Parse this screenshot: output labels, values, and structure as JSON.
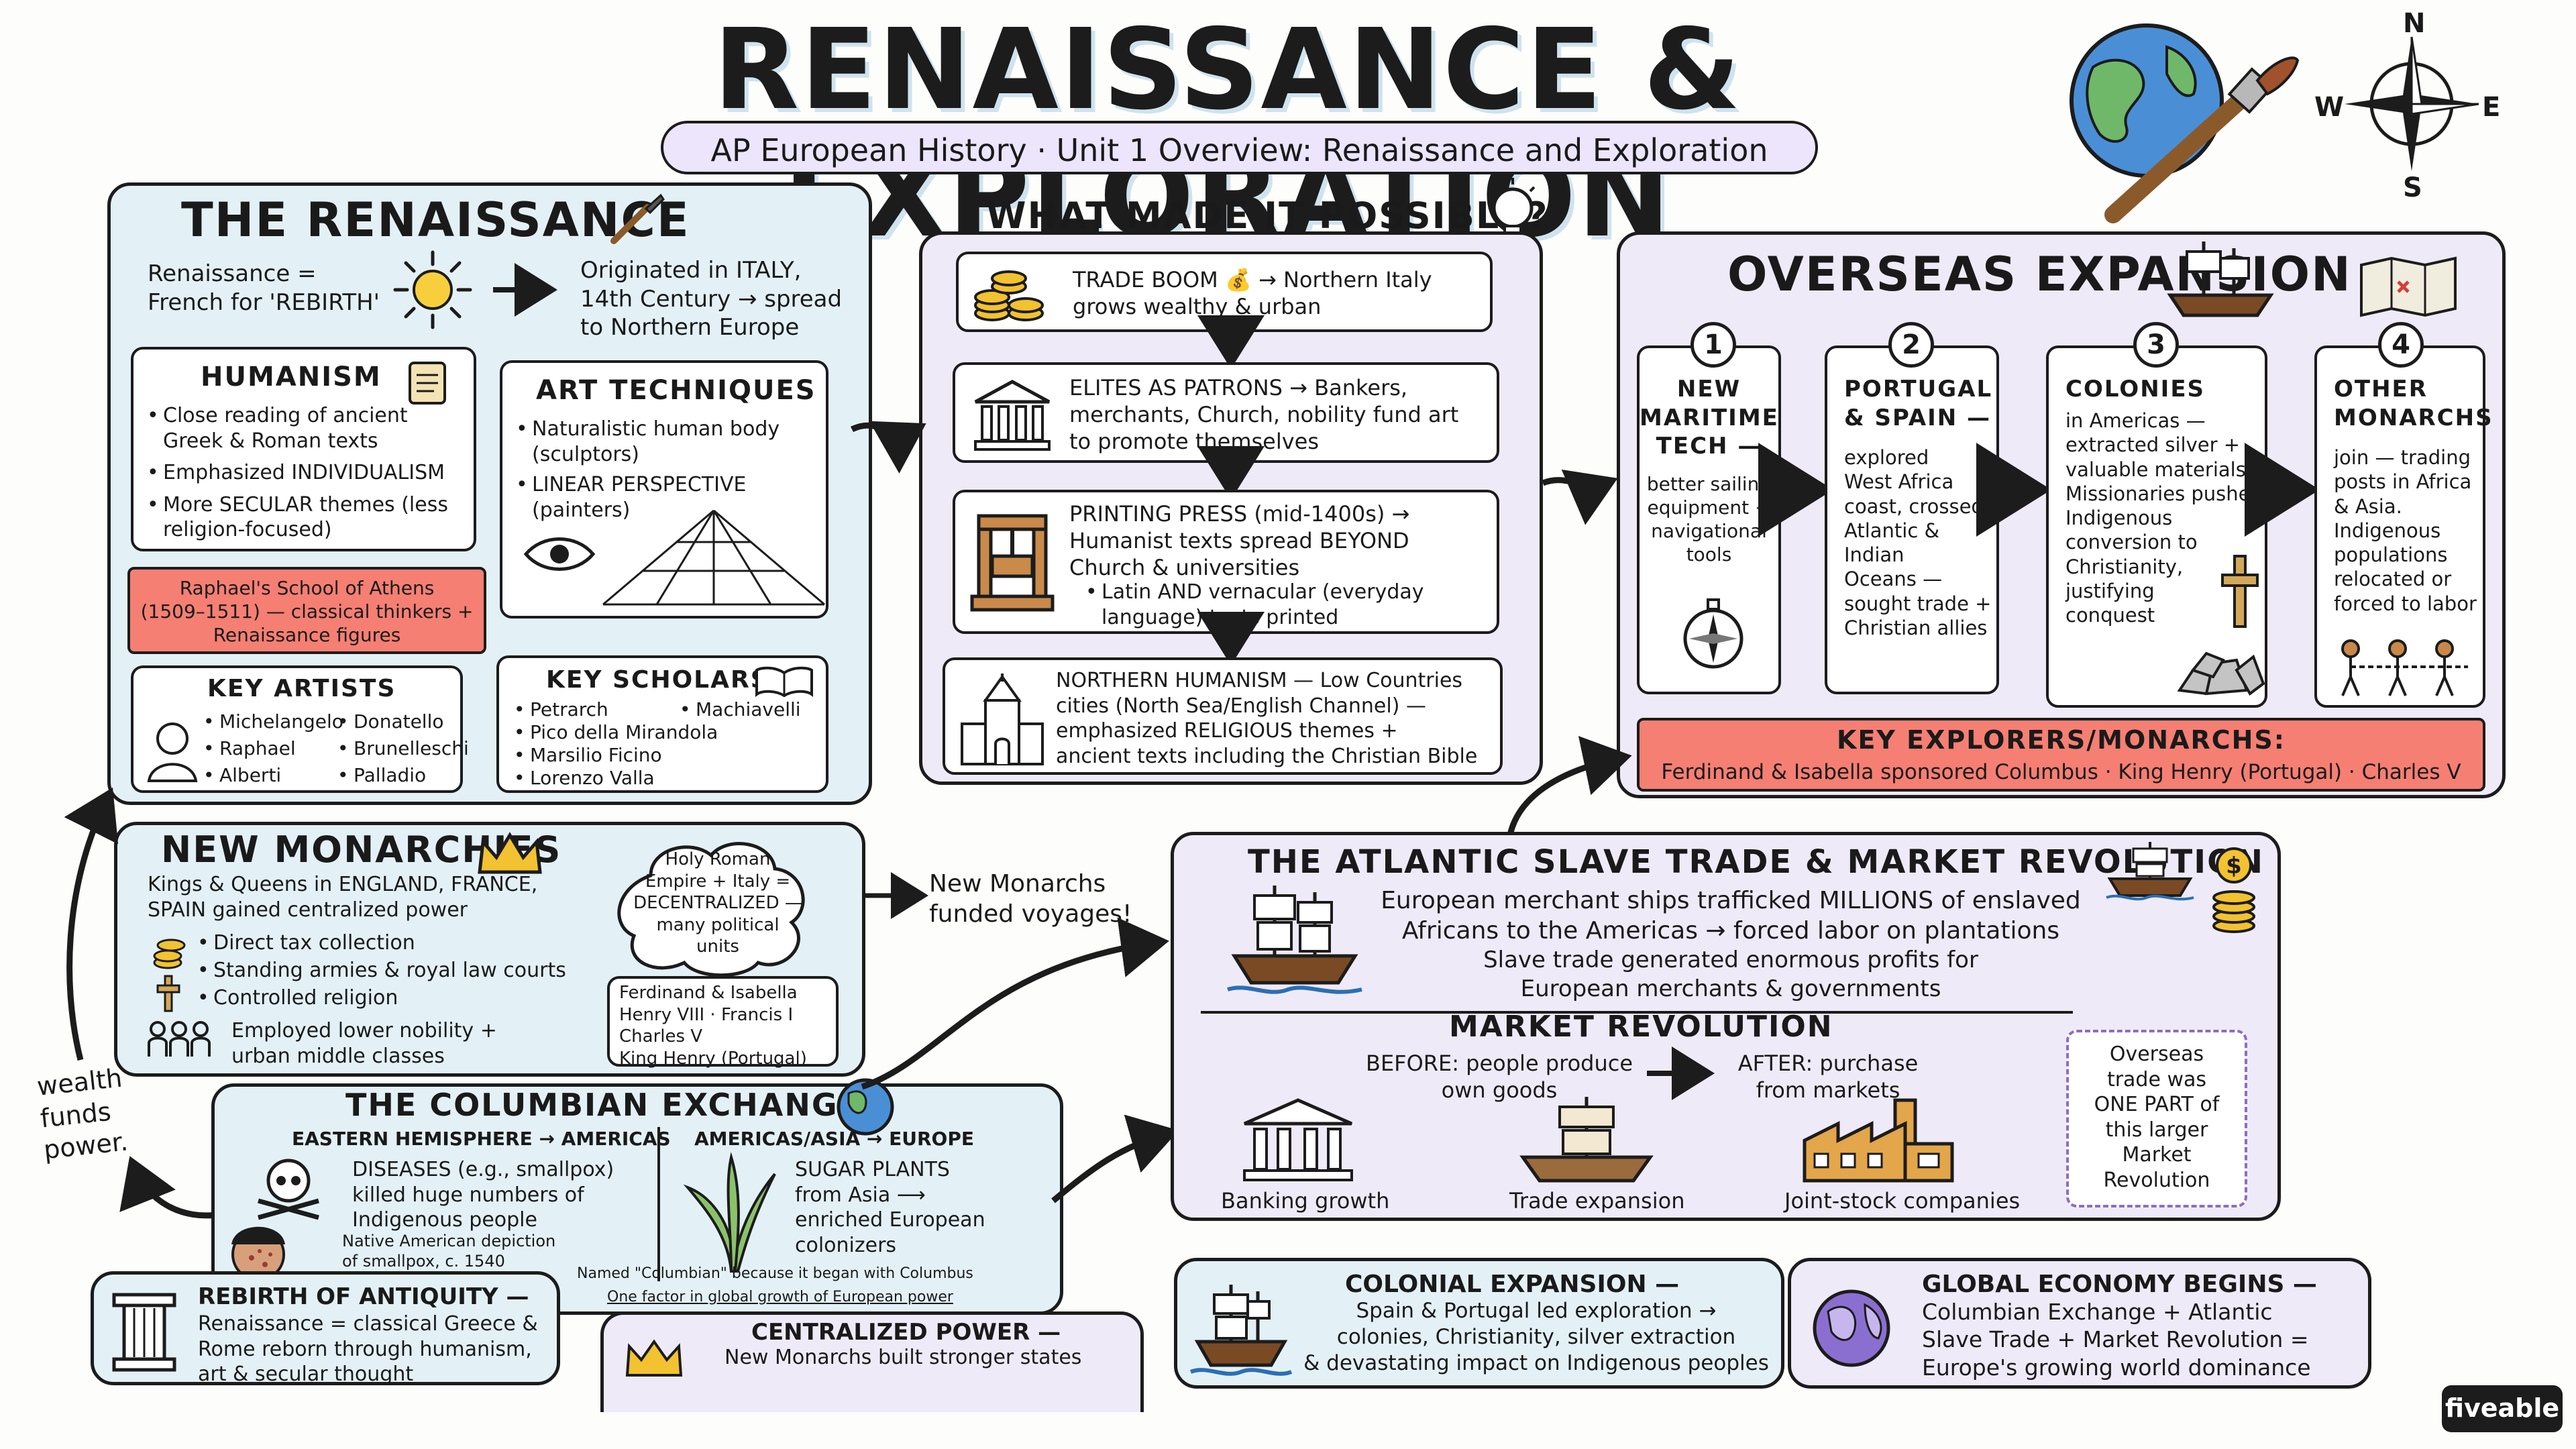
{
  "title": "RENAISSANCE & EXPLORATION",
  "subtitle": "AP European History · Unit 1 Overview: Renaissance and Exploration",
  "compass": {
    "n": "N",
    "e": "E",
    "s": "S",
    "w": "W"
  },
  "renaissance": {
    "heading": "THE RENAISSANCE",
    "definition": "Renaissance =\nFrench for 'REBIRTH'",
    "origin": "Originated in ITALY,\n14th Century → spread\nto Northern Europe",
    "humanism": {
      "title": "HUMANISM",
      "items": [
        "Close reading of ancient Greek & Roman texts",
        "Emphasized INDIVIDUALISM",
        "More SECULAR themes (less religion-focused)"
      ]
    },
    "art": {
      "title": "ART TECHNIQUES",
      "items": [
        "Naturalistic human body (sculptors)",
        "LINEAR PERSPECTIVE (painters)"
      ]
    },
    "raphael": "Raphael's School of Athens\n(1509–1511) — classical thinkers +\nRenaissance figures",
    "artists": {
      "title": "KEY ARTISTS",
      "col1": [
        "Michelangelo",
        "Raphael",
        "Alberti"
      ],
      "col2": [
        "Donatello",
        "Brunelleschi",
        "Palladio"
      ]
    },
    "scholars": {
      "title": "KEY SCHOLARS",
      "col1": [
        "Petrarch",
        "Pico della Mirandola",
        "Marsilio Ficino",
        "Lorenzo Valla"
      ],
      "col2": [
        "Machiavelli"
      ]
    }
  },
  "possible": {
    "heading": "WHAT MADE IT POSSIBLE?",
    "trade": "TRADE BOOM 💰 → Northern Italy\ngrows wealthy & urban",
    "elites": "ELITES AS PATRONS → Bankers,\nmerchants, Church, nobility fund art\nto promote themselves",
    "printing": "PRINTING PRESS (mid-1400s) →\nHumanist texts spread BEYOND\nChurch & universities",
    "printing_bullet": "Latin AND vernacular (everyday\nlanguage) texts printed",
    "northern": "NORTHERN HUMANISM — Low Countries\ncities (North Sea/English Channel) —\nemphasized RELIGIOUS themes +\nancient texts including the Christian Bible"
  },
  "overseas": {
    "heading": "OVERSEAS EXPANSION",
    "steps": [
      {
        "num": "1",
        "title": "NEW\nMARITIME\nTECH —",
        "text": "better sailing\nequipment +\nnavigational\ntools"
      },
      {
        "num": "2",
        "title": "PORTUGAL\n& SPAIN —",
        "text": "explored\nWest Africa\ncoast, crossed\nAtlantic & Indian\nOceans —\nsought trade +\nChristian allies"
      },
      {
        "num": "3",
        "title": "COLONIES",
        "text": "in Americas —\nextracted silver +\nvaluable materials.\nMissionaries pushed\nIndigenous\nconversion to\nChristianity,\njustifying\nconquest"
      },
      {
        "num": "4",
        "title": "OTHER\nMONARCHS",
        "text": "join — trading\nposts in Africa\n& Asia.\nIndigenous\npopulations\nrelocated or\nforced to labor"
      }
    ],
    "explorers_title": "KEY EXPLORERS/MONARCHS:",
    "explorers_text": "Ferdinand & Isabella sponsored Columbus · King Henry (Portugal) · Charles V"
  },
  "monarchies": {
    "heading": "NEW MONARCHIES",
    "intro": "Kings & Queens in ENGLAND, FRANCE,\nSPAIN gained centralized power",
    "items": [
      "Direct tax collection",
      "Standing armies & royal law courts",
      "Controlled religion"
    ],
    "employed": "Employed lower nobility +\nurban middle classes",
    "hre": "Holy Roman\nEmpire + Italy =\nDECENTRALIZED —\nmany political\nunits",
    "rulers": "Ferdinand & Isabella\nHenry VIII · Francis I\nCharles V\nKing Henry (Portugal)",
    "funded": "New Monarchs\nfunded voyages!"
  },
  "wealth_note": "wealth\nfunds\npower.",
  "columbian": {
    "heading": "THE COLUMBIAN EXCHANGE",
    "left_title": "EASTERN HEMISPHERE → AMERICAS",
    "diseases": "DISEASES (e.g., smallpox)\nkilled huge numbers of\nIndigenous people",
    "depiction": "Native American depiction\nof smallpox, c. 1540",
    "right_title": "AMERICAS/ASIA → EUROPE",
    "sugar": "SUGAR PLANTS\nfrom Asia ⟶\nenriched European\ncolonizers",
    "named": "Named \"Columbian\" because it began with Columbus",
    "factor": "One factor in global growth of European power"
  },
  "slave": {
    "heading": "THE ATLANTIC SLAVE TRADE & MARKET REVOLUTION",
    "text1": "European merchant ships trafficked MILLIONS of enslaved\nAfricans to the Americas → forced labor on plantations",
    "text2": "Slave trade generated enormous profits for\nEuropean merchants & governments",
    "market_title": "MARKET REVOLUTION",
    "before": "BEFORE: people produce\nown goods",
    "after": "AFTER: purchase\nfrom markets",
    "labels": [
      "Banking growth",
      "Trade expansion",
      "Joint-stock companies"
    ],
    "note": "Overseas\ntrade was\nONE PART of\nthis larger\nMarket\nRevolution"
  },
  "antiquity": {
    "heading": "REBIRTH OF ANTIQUITY —",
    "text": "Renaissance = classical Greece &\nRome reborn through humanism,\nart & secular thought"
  },
  "centralized": {
    "heading": "CENTRALIZED POWER —",
    "text": "New Monarchs built stronger states"
  },
  "colonial": {
    "heading": "COLONIAL EXPANSION —",
    "text": "Spain & Portugal led exploration →\ncolonies, Christianity, silver extraction\n& devastating impact on Indigenous peoples"
  },
  "global": {
    "heading": "GLOBAL ECONOMY BEGINS —",
    "text": "Columbian Exchange + Atlantic\nSlave Trade + Market Revolution =\nEurope's growing world dominance"
  },
  "brand": "fiveable"
}
